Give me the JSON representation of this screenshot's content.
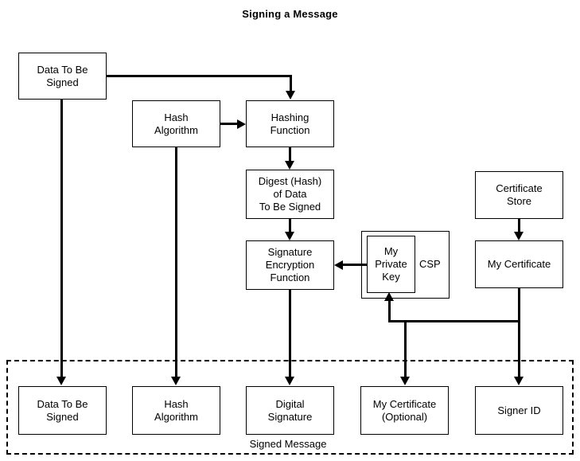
{
  "diagram": {
    "title": "Signing a Message",
    "background_color": "#ffffff",
    "stroke_color": "#000000",
    "nodes": {
      "data_to_be_signed_top": "Data To Be\nSigned",
      "hash_algorithm_top": "Hash\nAlgorithm",
      "hashing_function": "Hashing\nFunction",
      "digest": "Digest (Hash)\nof Data\nTo Be Signed",
      "signature_encryption_function": "Signature\nEncryption\nFunction",
      "my_private_key": "My\nPrivate\nKey",
      "csp": "CSP",
      "certificate_store": "Certificate\nStore",
      "my_certificate": "My Certificate",
      "data_to_be_signed_bottom": "Data To Be\nSigned",
      "hash_algorithm_bottom": "Hash\nAlgorithm",
      "digital_signature": "Digital\nSignature",
      "my_certificate_optional": "My Certificate\n(Optional)",
      "signer_id": "Signer ID"
    },
    "group_label": "Signed Message"
  }
}
